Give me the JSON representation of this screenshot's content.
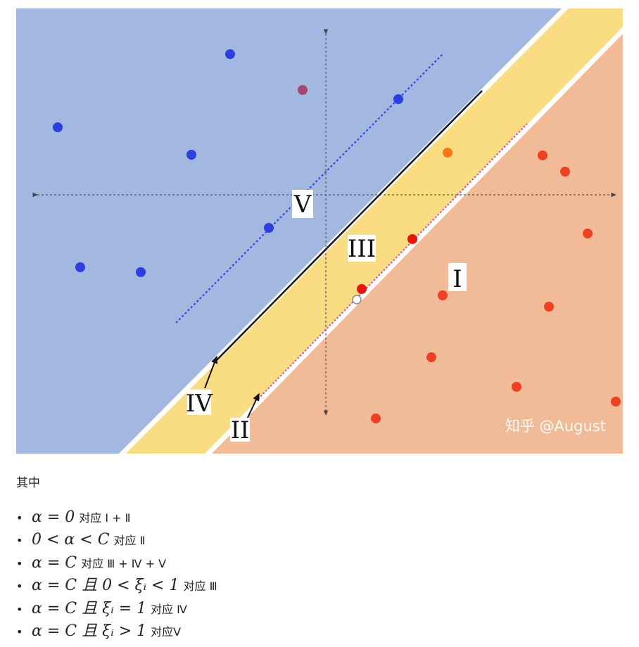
{
  "figure": {
    "region_labels": {
      "I": "I",
      "II": "II",
      "III": "III",
      "IV": "IV",
      "V": "V"
    },
    "watermark": "知乎 @August",
    "colors": {
      "negative_region": "#a3b8e0",
      "margin_band": "#fadc82",
      "positive_region": "#f2bb98",
      "negative_point": "#2d3ee0",
      "positive_point": "#ee4022",
      "support_line": "#1a1a1a",
      "negative_margin_line": "#3846d8",
      "positive_margin_line": "#c040d0"
    }
  },
  "caption": "其中",
  "items": [
    {
      "math": "α = 0",
      "text": "对应 Ⅰ + Ⅱ"
    },
    {
      "math": "0 < α < C",
      "text": "对应 Ⅱ"
    },
    {
      "math": "α = C",
      "text": "对应 Ⅲ + Ⅳ +  Ⅴ"
    },
    {
      "math": "α = C 且 0 < ξᵢ < 1",
      "text": "对应 Ⅲ"
    },
    {
      "math": "α = C 且 ξᵢ = 1",
      "text": "对应 Ⅳ"
    },
    {
      "math": "α = C 且 ξᵢ > 1",
      "text": "对应Ⅴ"
    }
  ]
}
